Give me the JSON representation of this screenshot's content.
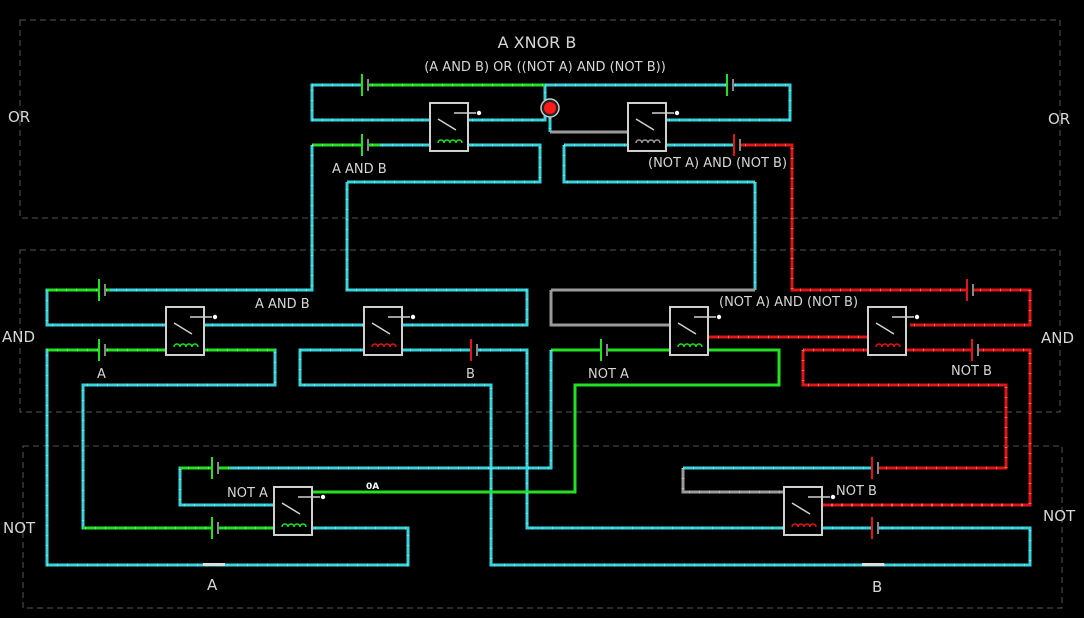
{
  "title": "A XNOR B",
  "subtitle": "(A AND B) OR ((NOT A) AND (NOT B))",
  "sections": {
    "or_left": "OR",
    "or_right": "OR",
    "and_left": "AND",
    "and_right": "AND",
    "not_left": "NOT",
    "not_right": "NOT"
  },
  "labels": {
    "a_and_b_top": "A AND B",
    "nota_notb_top": "(NOT A) AND (NOT B)",
    "a_and_b_mid": "A AND B",
    "nota_notb_mid": "(NOT A) AND (NOT B)",
    "a_small": "A",
    "b_small": "B",
    "not_a_mid": "NOT A",
    "not_b_mid": "NOT B",
    "not_a_low": "NOT A",
    "not_b_low": "NOT B",
    "switch_a": "A",
    "switch_b": "B",
    "wire_tag": "0A"
  },
  "colors": {
    "background": "#000000",
    "wire_active": "#35d3dc",
    "wire_power": "#22e022",
    "wire_red": "#e01515",
    "wire_idle": "#9a9a9a",
    "output_led": "#ff1a1a"
  },
  "icons": {
    "relay": "relay-icon",
    "battery": "battery-icon",
    "led": "led-icon",
    "switch": "switch-icon"
  }
}
